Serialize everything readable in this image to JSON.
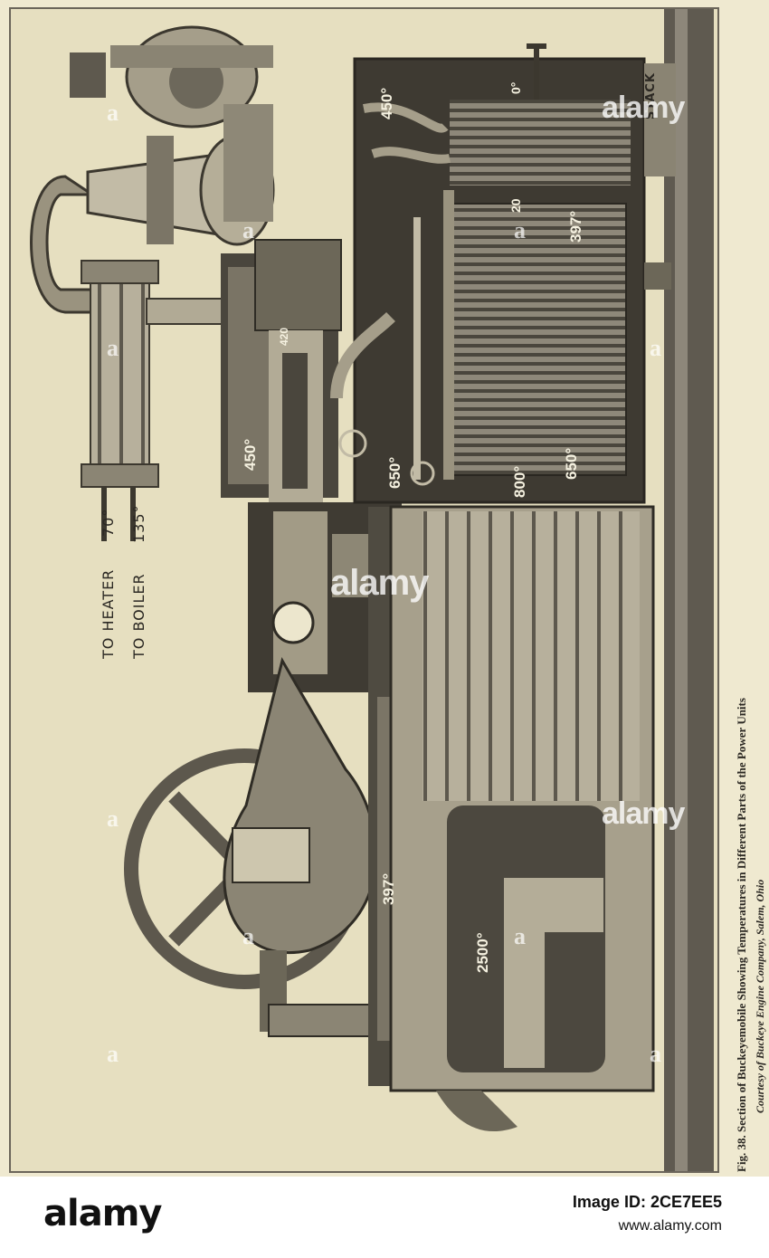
{
  "figure": {
    "caption": "Fig. 38. Section of Buckeyemobile Showing Temperatures in Different Parts of the Power Units",
    "credit": "Courtesy of Buckeye Engine Company, Salem, Ohio",
    "labels": {
      "to_heater": "TO HEATER",
      "to_boiler": "TO BOILER",
      "stack": "STACK",
      "heater_temp": "70°",
      "boiler_temp": "135°"
    },
    "temperatures": {
      "t450_top": "450°",
      "t450_cyl": "450°",
      "t650_valve": "650°",
      "t650_tubes": "650°",
      "t800": "800°",
      "t397_tubes": "397°",
      "t397_frame": "397°",
      "t2500": "2500°",
      "t20": "20",
      "t0": "0°",
      "t420": "420"
    }
  },
  "watermark": {
    "text": "alamy",
    "mark": "a"
  },
  "footer": {
    "brand": "alamy",
    "image_id": "Image ID: 2CE7EE5",
    "url": "www.alamy.com"
  },
  "colors": {
    "paper": "#efe9d0",
    "ink": "#2b2823",
    "dark_metal": "#3f3b33"
  }
}
